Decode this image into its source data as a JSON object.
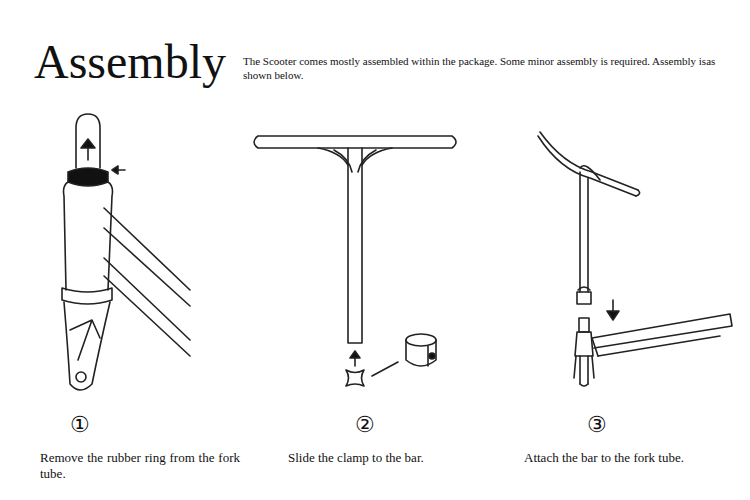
{
  "diagram": {
    "title": "Assembly",
    "labels": [
      "The Scooter comes mostly assembled within the package. Some minor assembly is required. Assembly isas shown below.",
      "①",
      "②",
      "③",
      "Remove the rubber ring from the fork tube.",
      "Slide the clamp to the bar.",
      "Attach the bar to the fork tube."
    ]
  }
}
